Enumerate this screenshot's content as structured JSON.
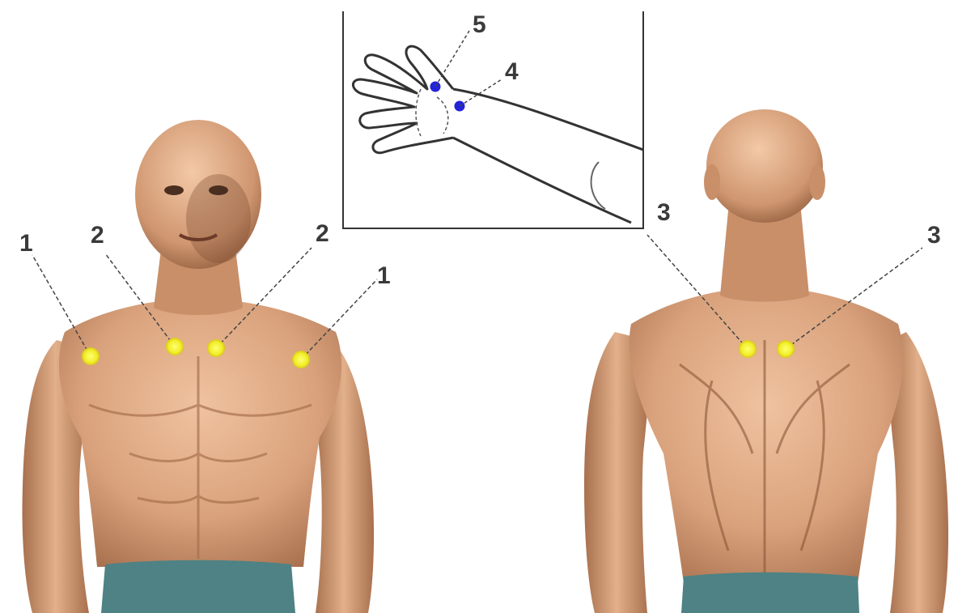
{
  "labels": {
    "point_1": "1",
    "point_2": "2",
    "point_3": "3",
    "point_4": "4",
    "point_5": "5"
  },
  "colors": {
    "background": "#ffffff",
    "skin": "#d9a27c",
    "skin_shadow": "#a8704e",
    "pants": "#4e8284",
    "body_point": "#f2ee2a",
    "hand_point": "#2323d8",
    "outline": "#333333",
    "label": "#3a3a3a"
  },
  "icons": {
    "front_figure": "male-torso-front-illustration",
    "back_figure": "male-torso-back-illustration",
    "hand_inset": "open-hand-line-drawing"
  }
}
